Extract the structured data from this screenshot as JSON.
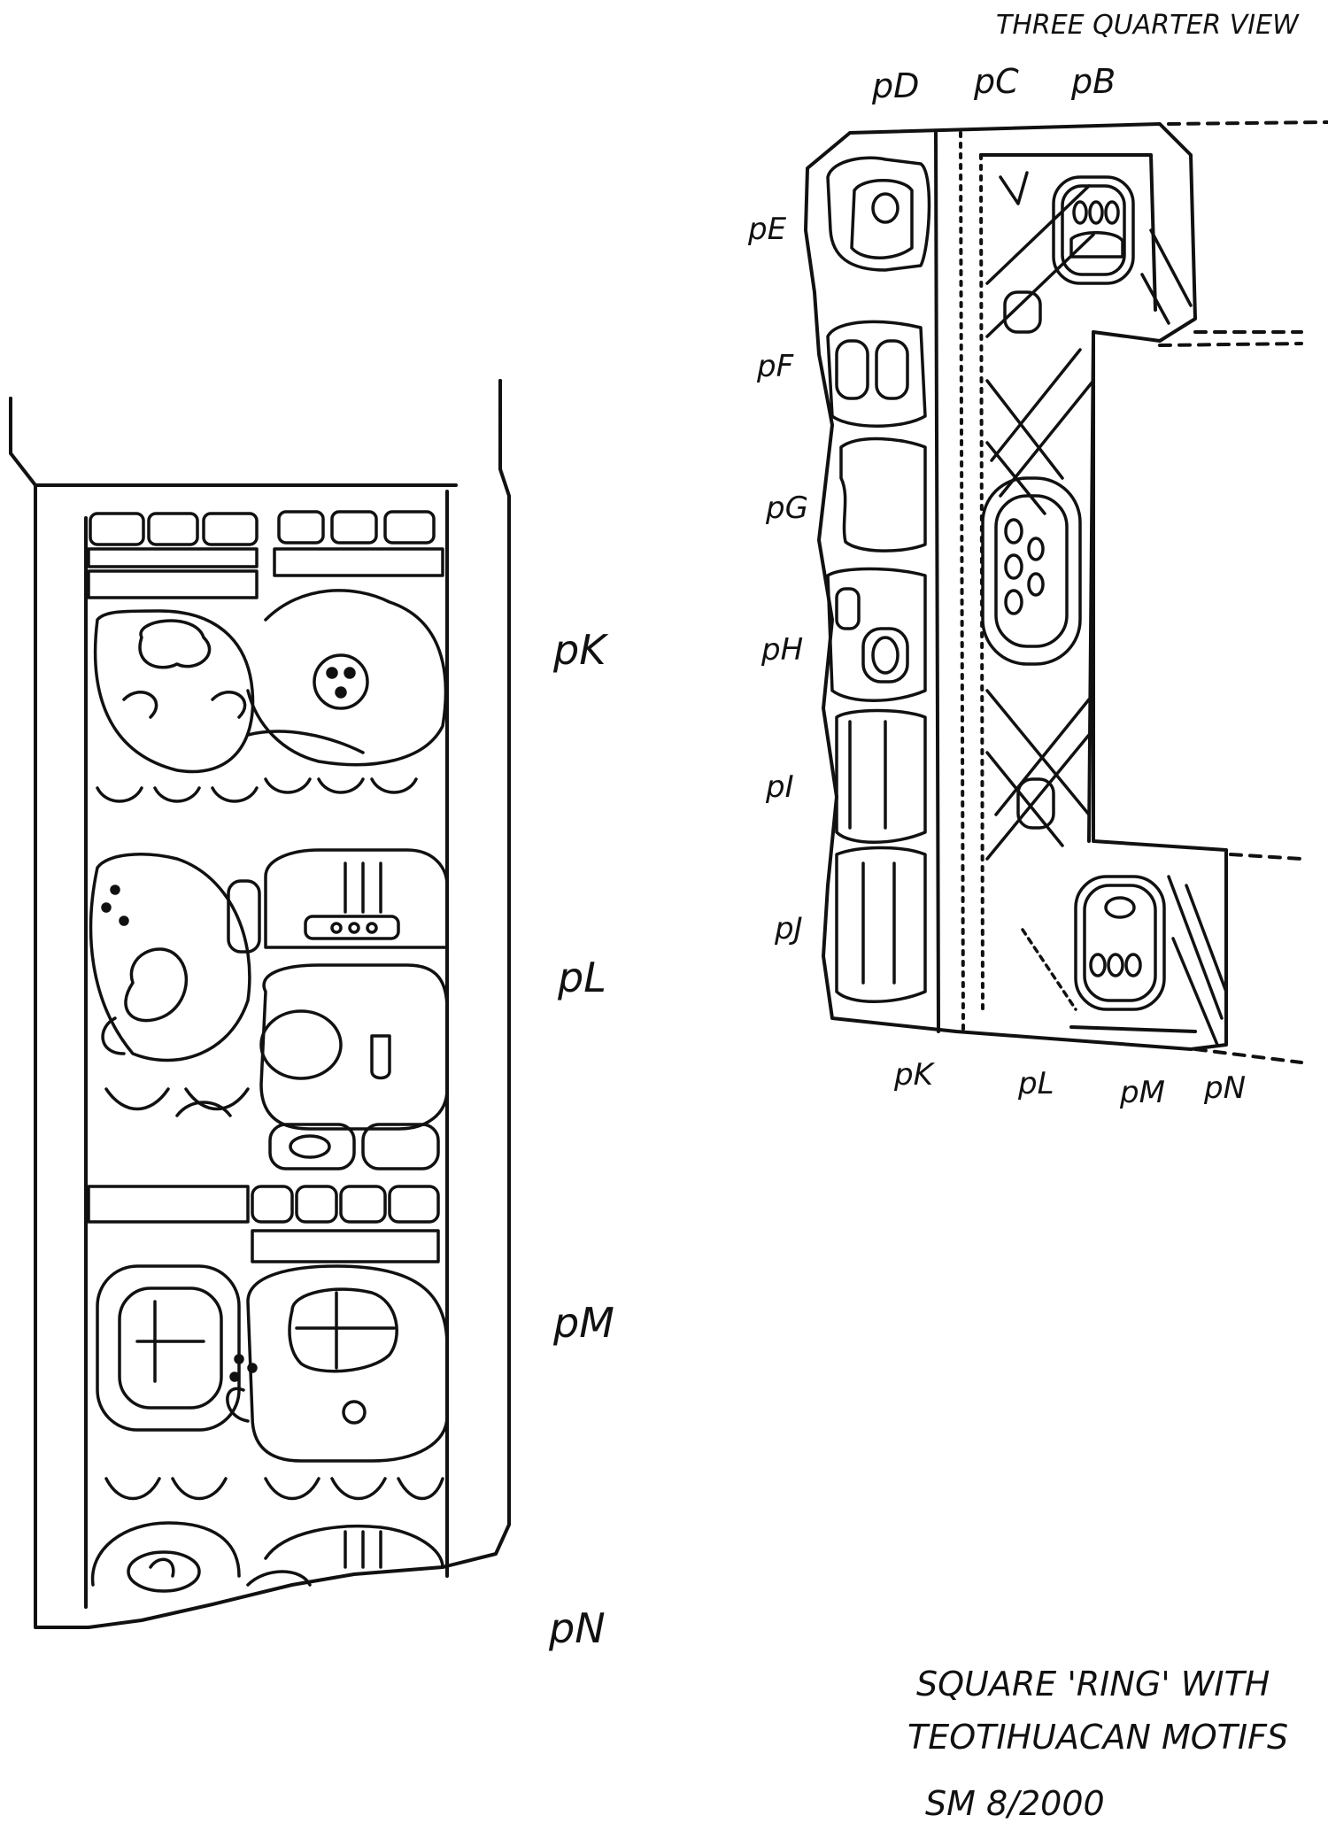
{
  "title": "THREE QUARTER VIEW",
  "top_labels": [
    "pD",
    "pC",
    "pB"
  ],
  "side_labels": [
    "pE",
    "pF",
    "pG",
    "pH",
    "pI",
    "pJ"
  ],
  "bottom_labels": [
    "pK",
    "pL",
    "pM",
    "pN"
  ],
  "block_labels": [
    "pK",
    "pL",
    "pM",
    "pN"
  ],
  "caption": {
    "line1": "SQUARE 'RING' WITH",
    "line2": "TEOTIHUACAN MOTIFS",
    "signature": "SM 8/2000"
  },
  "colors": {
    "ink": "#111111",
    "paper": "#ffffff"
  }
}
